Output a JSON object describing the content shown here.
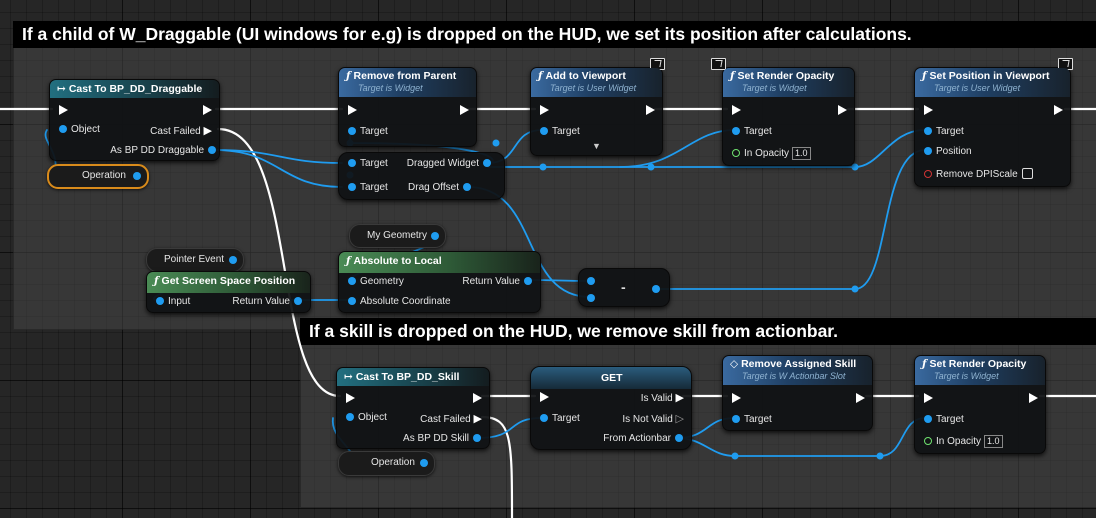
{
  "comments": {
    "draggable": "If a child of W_Draggable (UI windows for e.g) is dropped on the HUD, we set its position after calculations.",
    "skill": "If a skill is dropped on the HUD, we remove skill from actionbar."
  },
  "nodes": {
    "cast_draggable": {
      "title": "Cast To BP_DD_Draggable",
      "object": "Object",
      "cast_failed": "Cast Failed",
      "as_out": "As BP DD Draggable"
    },
    "remove_from_parent": {
      "title": "Remove from Parent",
      "subtitle": "Target is Widget",
      "target": "Target"
    },
    "drag_pins": {
      "target1": "Target",
      "dragged_widget": "Dragged Widget",
      "target2": "Target",
      "drag_offset": "Drag Offset"
    },
    "add_to_viewport": {
      "title": "Add to Viewport",
      "subtitle": "Target is User Widget",
      "target": "Target"
    },
    "set_render_opacity_1": {
      "title": "Set Render Opacity",
      "subtitle": "Target is Widget",
      "target": "Target",
      "in_opacity": "In Opacity",
      "opacity_value": "1.0"
    },
    "set_position": {
      "title": "Set Position in Viewport",
      "subtitle": "Target is User Widget",
      "target": "Target",
      "position": "Position",
      "remove_dpi": "Remove DPIScale"
    },
    "operation_1": {
      "label": "Operation"
    },
    "my_geometry": {
      "label": "My Geometry"
    },
    "pointer_event": {
      "label": "Pointer Event"
    },
    "get_screen_space": {
      "title": "Get Screen Space Position",
      "input": "Input",
      "return_value": "Return Value"
    },
    "absolute_to_local": {
      "title": "Absolute to Local",
      "geometry": "Geometry",
      "return_value": "Return Value",
      "absolute_coord": "Absolute Coordinate"
    },
    "subtract": {
      "symbol": "-"
    },
    "cast_skill": {
      "title": "Cast To BP_DD_Skill",
      "object": "Object",
      "cast_failed": "Cast Failed",
      "as_out": "As BP DD Skill"
    },
    "get": {
      "title": "GET",
      "is_valid": "Is Valid",
      "target": "Target",
      "is_not_valid": "Is Not Valid",
      "from_actionbar": "From Actionbar"
    },
    "remove_assigned_skill": {
      "title": "Remove Assigned Skill",
      "subtitle": "Target is W Actionbar Slot",
      "target": "Target"
    },
    "set_render_opacity_2": {
      "title": "Set Render Opacity",
      "subtitle": "Target is Widget",
      "target": "Target",
      "in_opacity": "In Opacity",
      "opacity_value": "1.0"
    },
    "operation_2": {
      "label": "Operation"
    }
  },
  "icons": {
    "function": "function-icon",
    "cast": "cast-icon",
    "macro": "macro-diamond-icon",
    "network": "monitor-network-icon"
  },
  "colors": {
    "exec_wire": "#ffffff",
    "object_wire": "#1f9cf0",
    "float_pin": "#6fe36f",
    "bool_pin": "#d13434",
    "operation_outline": "#d98b1b"
  }
}
